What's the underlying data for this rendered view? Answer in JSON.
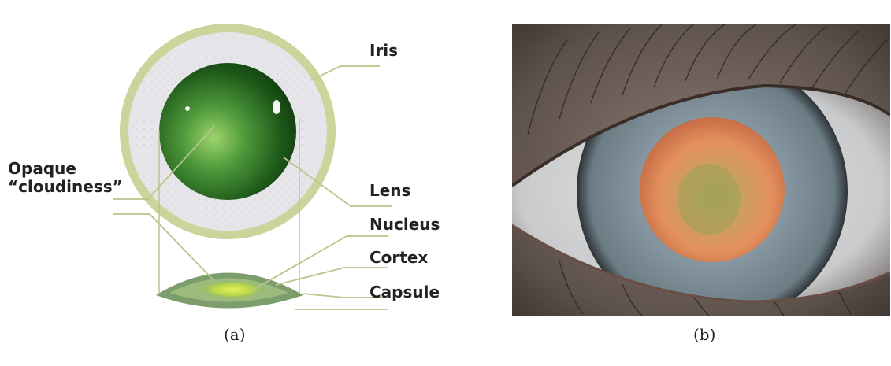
{
  "panel_a": {
    "labels": {
      "iris": "Iris",
      "opaque_line1": "Opaque",
      "opaque_line2": "“cloudiness”",
      "lens": "Lens",
      "nucleus": "Nucleus",
      "cortex": "Cortex",
      "capsule": "Capsule"
    },
    "caption": "(a)"
  },
  "panel_b": {
    "caption": "(b)"
  },
  "colors": {
    "iris_ring": "#c9d59a",
    "iris_fill": "#e6e6ea",
    "lens_dark": "#0f3a0c",
    "lens_light": "#9ed46a",
    "side_lens": "#7c9e6c",
    "nucleus": "#d4ea4a",
    "leader_line": "#b9c58c",
    "photo_orange": "#e3905e",
    "photo_iris": "#7d8f93"
  }
}
